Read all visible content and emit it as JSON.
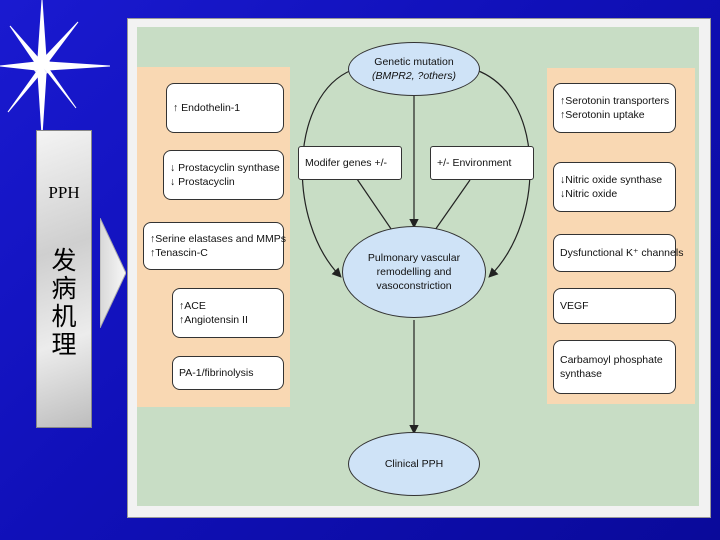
{
  "sidebar": {
    "pph": "PPH",
    "mechanism_chars": [
      "发",
      "病",
      "机",
      "理"
    ]
  },
  "diagram": {
    "genetic": {
      "line1": "Genetic mutation",
      "line2": "(BMPR2, ?others)"
    },
    "modifier": "Modifer genes +/-",
    "environment": "+/- Environment",
    "pulmonary": {
      "line1": "Pulmonary vascular",
      "line2": "remodelling and",
      "line3": "vasoconstriction"
    },
    "clinical": "Clinical PPH",
    "left_boxes": [
      {
        "line1": "↑ Endothelin-1",
        "line2": ""
      },
      {
        "line1": "↓ Prostacyclin synthase",
        "line2": "↓ Prostacyclin"
      },
      {
        "line1": "↑Serine elastases and MMPs",
        "line2": "↑Tenascin-C"
      },
      {
        "line1": "↑ACE",
        "line2": "↑Angiotensin II"
      },
      {
        "line1": "PA-1/fibrinolysis",
        "line2": ""
      }
    ],
    "right_boxes": [
      {
        "line1": "↑Serotonin transporters",
        "line2": "↑Serotonin uptake"
      },
      {
        "line1": "↓Nitric oxide synthase",
        "line2": "↓Nitric oxide"
      },
      {
        "line1": "Dysfunctional K⁺ channels",
        "line2": ""
      },
      {
        "line1": "VEGF",
        "line2": ""
      },
      {
        "line1": "Carbamoyl phosphate",
        "line2": "synthase"
      }
    ]
  },
  "colors": {
    "background": "#1414c0",
    "diagram_bg": "#c8ddc5",
    "side_panel": "#f9d8b3",
    "ellipse_fill": "#cfe3f7"
  }
}
